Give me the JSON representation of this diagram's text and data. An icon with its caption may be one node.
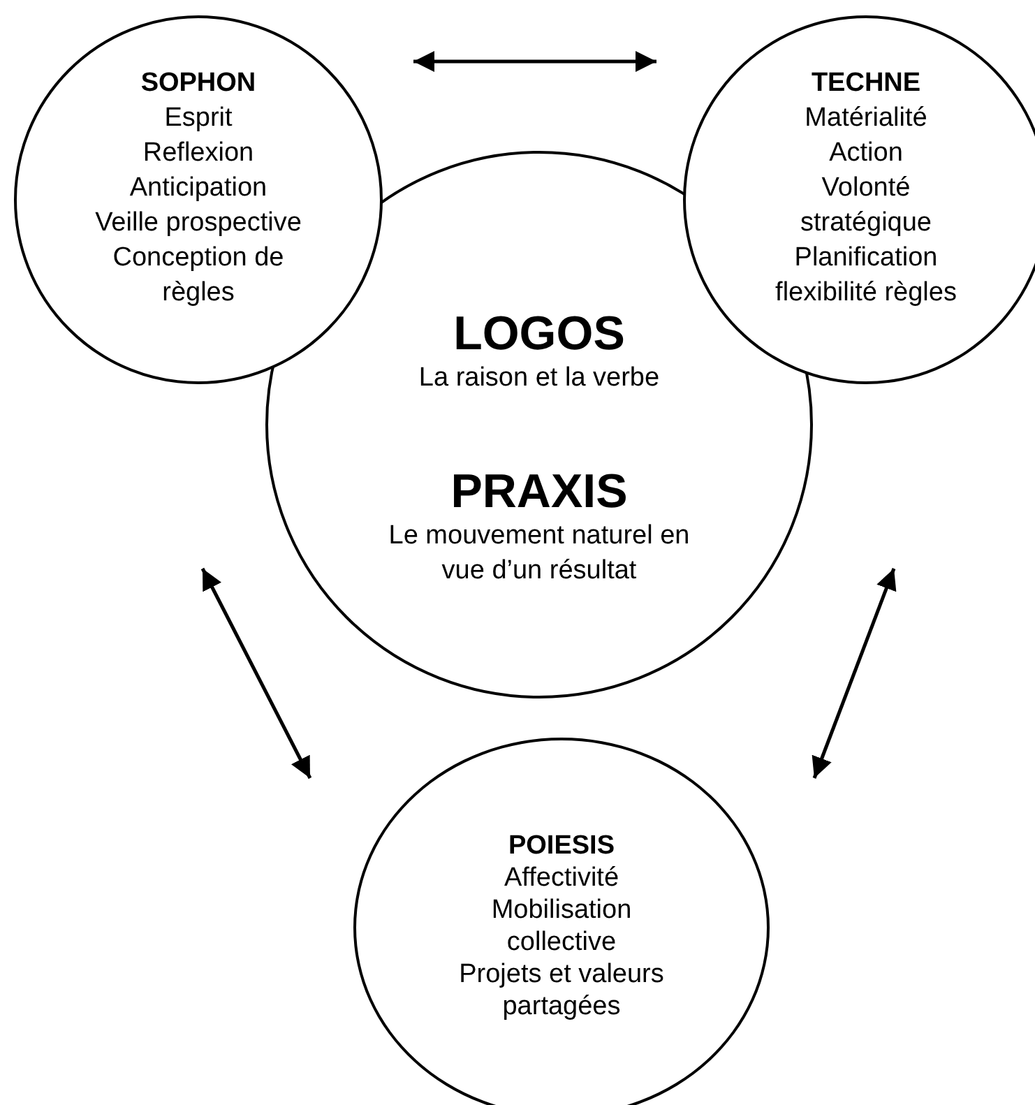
{
  "diagram": {
    "nodes": [
      {
        "text": [
          "SOPHON",
          "Esprit",
          "Reflexion",
          "Anticipation",
          "Veille prospective",
          "Conception de règles"
        ]
      },
      {
        "text": [
          "TECHNE",
          "Matérialité",
          "Action",
          "Volonté stratégique",
          "Planification",
          "flexibilité règles"
        ]
      },
      {
        "text": [
          "LOGOS",
          "La raison et la verbe",
          "PRAXIS",
          "Le mouvement naturel en vue d’un résultat"
        ]
      },
      {
        "text": [
          "POIESIS",
          "Affectivité",
          "Mobilisation collective",
          "Projets et valeurs partagées"
        ]
      }
    ],
    "edges": [
      {
        "from": 0,
        "to": 1,
        "arrow": "both"
      },
      {
        "from": null,
        "to": 3,
        "arrow": "both"
      },
      {
        "from": null,
        "to": 3,
        "arrow": "both"
      }
    ]
  }
}
